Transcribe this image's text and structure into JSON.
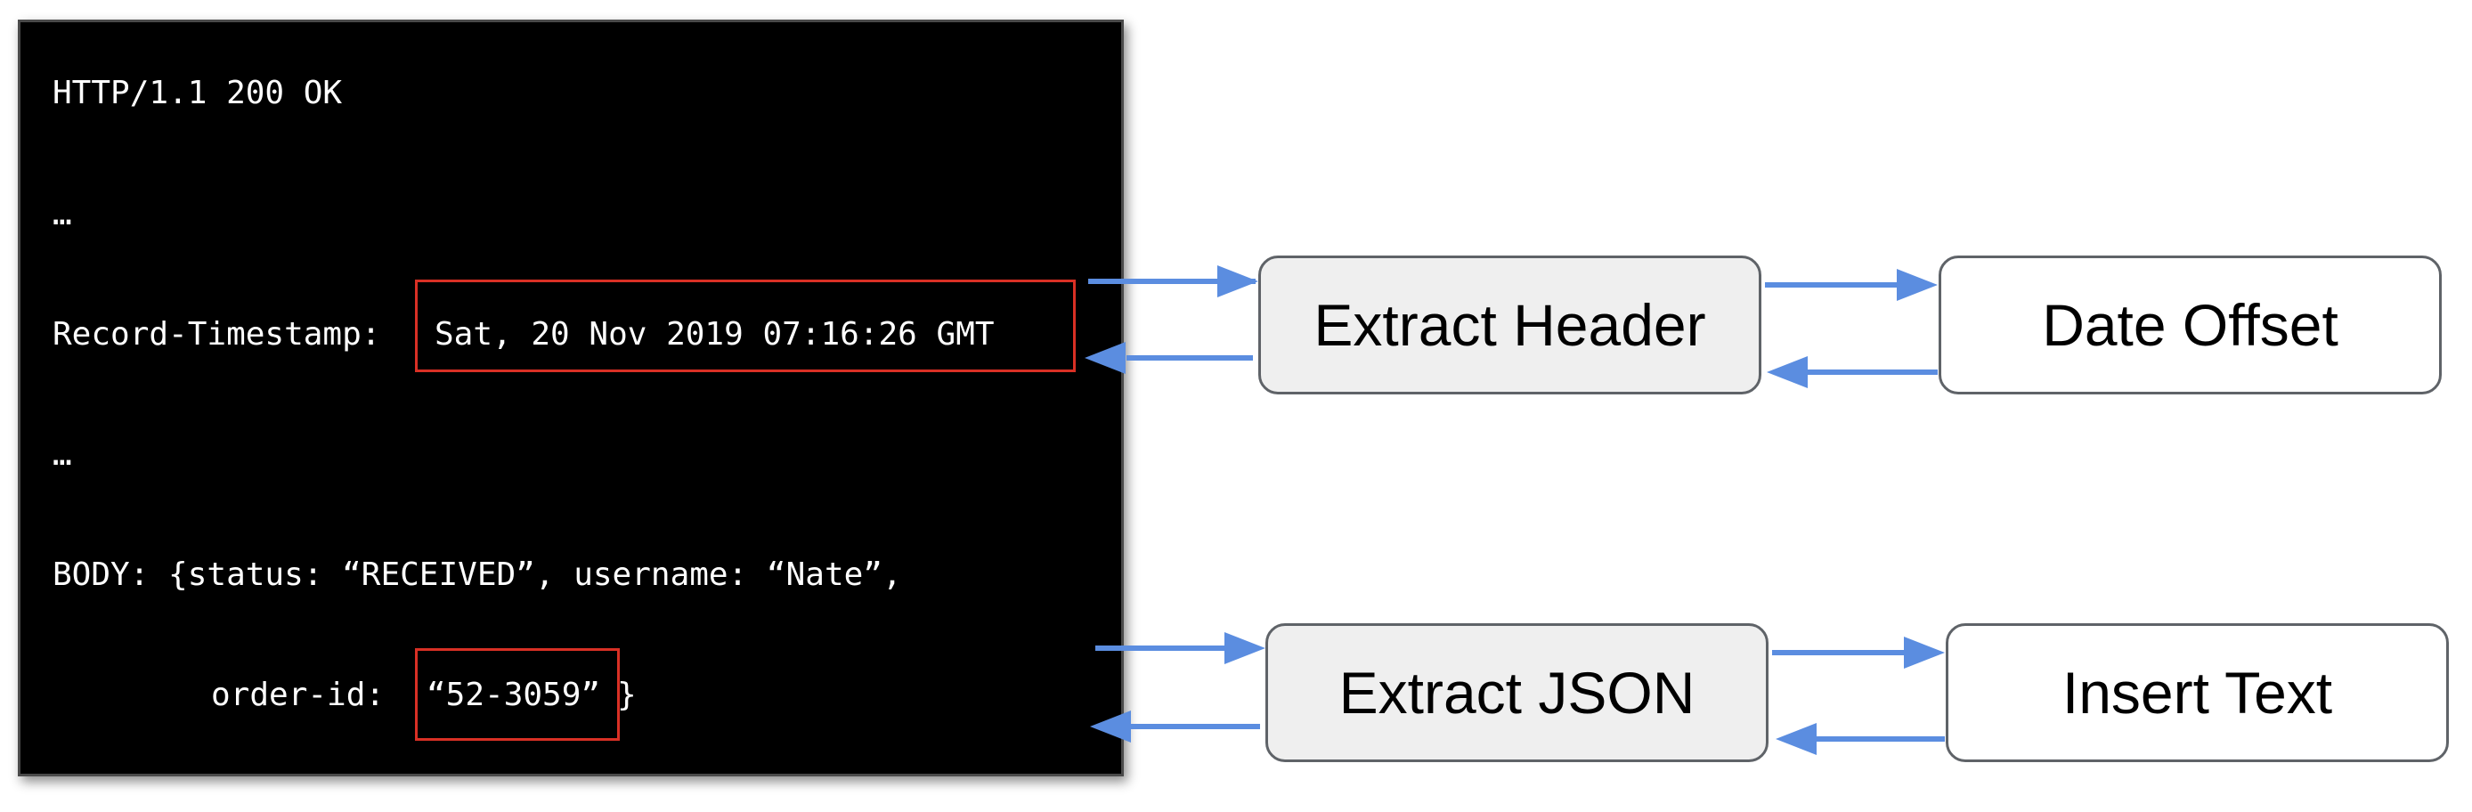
{
  "terminal": {
    "lines": {
      "status": "HTTP/1.1 200 OK",
      "ellipsis1": "…",
      "timestamp_key": "Record-Timestamp:",
      "timestamp_value": "Sat, 20 Nov 2019 07:16:26 GMT",
      "ellipsis2": "…",
      "body": "BODY: {status: “RECEIVED”, username: “Nate”,",
      "order_key": "order-id:",
      "order_value": "“52-3059”",
      "order_close": "}"
    }
  },
  "boxes": {
    "extract_header": "Extract Header",
    "date_offset": "Date Offset",
    "extract_json": "Extract JSON",
    "insert_text": "Insert Text"
  },
  "colors": {
    "arrow": "#5b8de0",
    "highlight": "#d93025",
    "terminal_bg": "#000000",
    "box_gray": "#efefef",
    "box_border": "#5f6368"
  }
}
